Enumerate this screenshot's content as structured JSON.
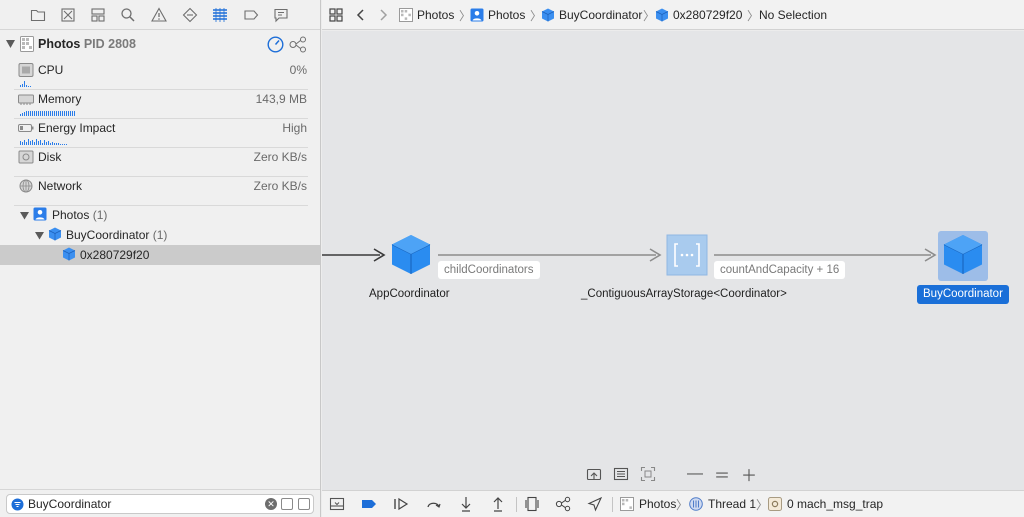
{
  "navigator": {
    "toolbar_icons": [
      "folder-icon",
      "source-control-icon",
      "symbol-icon",
      "find-icon",
      "issue-icon",
      "test-icon",
      "debug-navigator-icon",
      "breakpoint-icon",
      "report-icon"
    ],
    "process": {
      "name": "Photos",
      "pid_label": "PID 2808"
    },
    "gauges": [
      {
        "label": "CPU",
        "value": "0%",
        "icon": "cpu-icon"
      },
      {
        "label": "Memory",
        "value": "143,9 MB",
        "icon": "memory-icon"
      },
      {
        "label": "Energy Impact",
        "value": "High",
        "icon": "energy-icon"
      },
      {
        "label": "Disk",
        "value": "Zero KB/s",
        "icon": "disk-icon"
      },
      {
        "label": "Network",
        "value": "Zero KB/s",
        "icon": "network-icon"
      }
    ],
    "tree": [
      {
        "label": "Photos",
        "count": "(1)"
      },
      {
        "label": "BuyCoordinator",
        "count": "(1)"
      },
      {
        "label": "0x280729f20",
        "count": ""
      }
    ],
    "filter": {
      "value": "BuyCoordinator"
    }
  },
  "jumpbar": {
    "items": [
      "Photos",
      "Photos",
      "BuyCoordinator",
      "0x280729f20",
      "No Selection"
    ]
  },
  "graph": {
    "nodes": [
      {
        "label": "AppCoordinator"
      },
      {
        "label": "_ContiguousArrayStorage<Coordinator>"
      },
      {
        "label": "BuyCoordinator"
      }
    ],
    "edges": [
      {
        "label": "childCoordinators"
      },
      {
        "label": "countAndCapacity + 16"
      }
    ],
    "colors": {
      "node_blue": "#2a8cf0",
      "selected_label": "#1a6fd8",
      "canvas": "#e4e5e7"
    }
  },
  "canvas_tools": [
    "export-icon",
    "memgraph-icon",
    "fit-icon",
    "zoom-out-icon",
    "zoom-reset-icon",
    "zoom-in-icon"
  ],
  "debugbar": {
    "process": "Photos",
    "thread": "Thread 1",
    "frame": "0 mach_msg_trap"
  }
}
